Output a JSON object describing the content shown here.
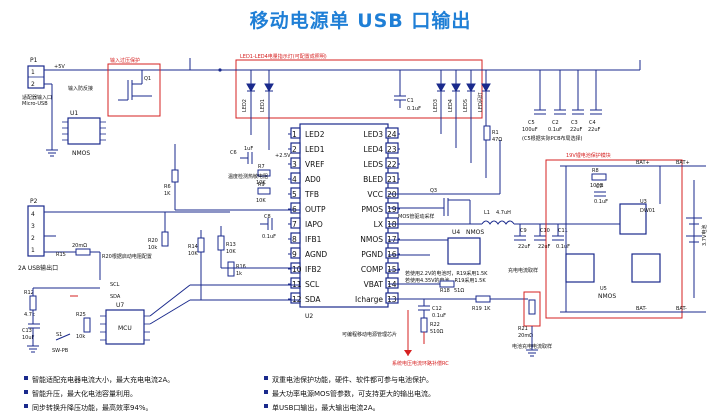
{
  "title": "移动电源单 USB 口输出",
  "labels": {
    "p1": "P1",
    "p1_desc1": "适配器输入口",
    "p1_desc2": "Micro-USB",
    "input_anti": "输入防反接",
    "input_protect": "输入过压保护",
    "plus5v": "+5V",
    "q1": "Q1",
    "u1": "U1",
    "nmos": "NMOS",
    "led_box_title": "LED1-LED4电量指示灯(可配置成照明)",
    "led1": "LED1",
    "led2": "LED2",
    "led3": "LED3",
    "led4": "LED4",
    "leds": "LEDS",
    "led_flash": "LED闪灯",
    "c1": "C1",
    "c1_val": "0.1uF",
    "c2": "C2",
    "c3": "C3",
    "c4": "C4",
    "c5": "C5",
    "c5_val": "100uF",
    "c2_val": "0.1uF",
    "c3_val": "22uF",
    "c4_val": "22uF",
    "cap_note": "(C5根据实际PCB布局选择)",
    "r1": "R1",
    "r1_val": "47Ω",
    "c6": "C6",
    "c6_val": "1uF",
    "r7": "R7",
    "r7_val": "10K",
    "r9": "R9",
    "r9_val": "10K",
    "ntc_label": "温度检测热敏电阻",
    "r6": "R6",
    "r6_val": "1K",
    "c8": "C8",
    "c8_val": "0.1uF",
    "p2": "P2",
    "usb_out": "2A USB输出口",
    "r15": "R15",
    "r15_val": "20mΩ",
    "r20": "R20",
    "r20_val": "10k",
    "r20_note": "R20根据启动电阻配置",
    "r14": "R14",
    "r14_val": "10K",
    "r13": "R13",
    "r13_val": "10K",
    "r16": "R16",
    "r16_val": "1k",
    "r12": "R12",
    "r12_val": "4.7k",
    "c13": "C13",
    "c13_val": "10uF",
    "s1": "S1",
    "sw_pb": "SW-PB",
    "r25": "R25",
    "r25_val": "10k",
    "u7": "U7",
    "mcu": "MCU",
    "sda_lbl": "SDA",
    "scl_lbl": "SCL",
    "u2": "U2",
    "u2_desc": "可编程移动电源管理芯片",
    "pins_left": [
      "LED2",
      "LED1",
      "VREF",
      "AD0",
      "TFB",
      "OUTP",
      "IAPO",
      "IFB1",
      "AGND",
      "IFB2",
      "SCL",
      "SDA"
    ],
    "pins_left_num": [
      "1",
      "2",
      "3",
      "4",
      "5",
      "6",
      "7",
      "8",
      "9",
      "10",
      "11",
      "12"
    ],
    "pins_right": [
      "LED3",
      "LED4",
      "LEDS",
      "BLED",
      "VCC",
      "PMOS",
      "LX",
      "NMOS",
      "PGND",
      "COMP",
      "VBAT",
      "Icharge"
    ],
    "pins_right_num": [
      "24",
      "23",
      "22",
      "21",
      "20",
      "19",
      "18",
      "17",
      "16",
      "15",
      "14",
      "13"
    ],
    "vref_lbl": "+2.5V",
    "q3": "Q3",
    "mos_note": "MOS管驱动采样",
    "l1": "L1",
    "l1_val": "4.7uH",
    "u4": "U4",
    "c9": "C9",
    "c9_val": "22uF",
    "c10": "C10",
    "c10_val": "22uF",
    "c11": "C11",
    "c11_val": "0.1uF",
    "comp_note1": "若使用2.2V的电池时，R19采用1.5K",
    "comp_note2": "若使用4.35V的电池，R19采用1.5K",
    "r18": "R18",
    "r18_val": "51Ω",
    "r19": "R19",
    "r19_val": "1K",
    "c12": "C12",
    "c12_val": "0.1uF",
    "r22": "R22",
    "r22_val": "510Ω",
    "loop_note": "系统电压电流环路补偿RC",
    "r21": "R21",
    "r21_val": "20mΩ",
    "r21_note": "电池充电电流取样",
    "charge_note1": "充电电流取样",
    "battery_box": "19V锂电池保护模块",
    "bat_plus": "BAT+",
    "bat_minus": "BAT-",
    "r8": "R8",
    "r8_val": "100Ω",
    "c7": "C7",
    "c7_val": "0.1uF",
    "u3": "U3",
    "u3_val": "DW01",
    "u5": "U5",
    "u5_val": "NMOS",
    "battery": "3.7V电池",
    "bullets_left": [
      "智能适配充电器电流大小，最大充电电流2A。",
      "智能升压，最大化电池容量利用。",
      "同步转换升降压功能，最高效率94%。"
    ],
    "bullets_right": [
      "双重电池保护功能，硬件、软件都可参与电池保护。",
      "最大功率电源MOS管参数，可支持更大的输出电流。",
      "单USB口输出，最大输出电流2A。"
    ]
  }
}
